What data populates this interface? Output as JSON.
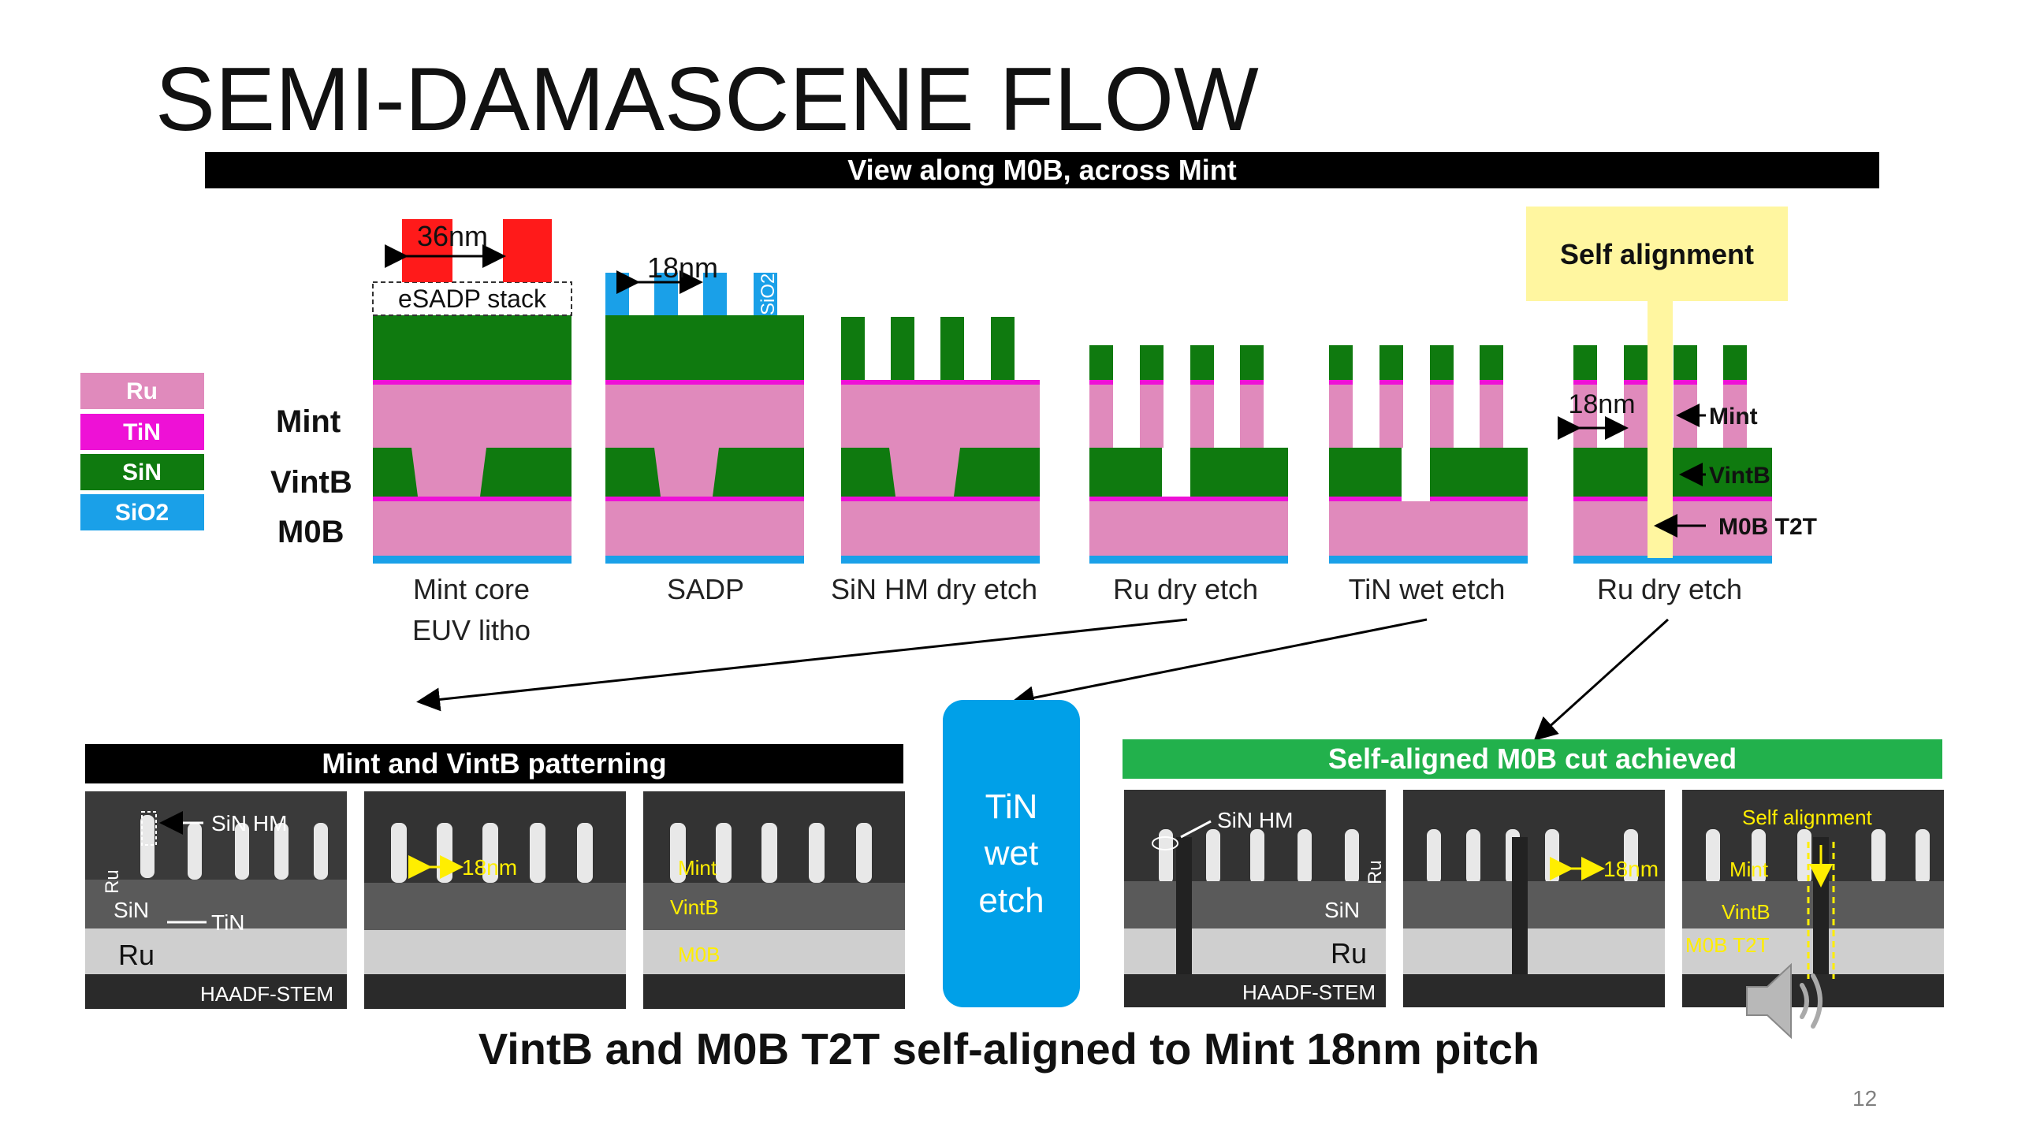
{
  "slide": {
    "title": "SEMI-DAMASCENE FLOW",
    "view_bar": "View along M0B, across Mint",
    "conclusion": "VintB and M0B T2T self-aligned to Mint 18nm pitch",
    "page_number": "12"
  },
  "legend": [
    {
      "label": "Ru",
      "color": "#e08abc"
    },
    {
      "label": "TiN",
      "color": "#ee11d6"
    },
    {
      "label": "SiN",
      "color": "#0f7a0f"
    },
    {
      "label": "SiO2",
      "color": "#1aa0e8"
    }
  ],
  "layer_labels": {
    "mint": "Mint",
    "vintb": "VintB",
    "m0b": "M0B"
  },
  "steps": [
    {
      "label_line1": "Mint core",
      "label_line2": "EUV litho"
    },
    {
      "label_line1": "SADP",
      "label_line2": ""
    },
    {
      "label_line1": "SiN HM dry etch",
      "label_line2": ""
    },
    {
      "label_line1": "Ru dry etch",
      "label_line2": ""
    },
    {
      "label_line1": "TiN wet etch",
      "label_line2": ""
    },
    {
      "label_line1": "Ru dry etch",
      "label_line2": ""
    }
  ],
  "annotations": {
    "pitch_36": "36nm",
    "esadp_stack": "eSADP stack",
    "pitch_18_sadp": "18nm",
    "sio2_vertical": "SiO2",
    "self_alignment_callout": "Self alignment",
    "pitch_18_last": "18nm",
    "arrow_mint": "Mint",
    "arrow_vintb": "VintB",
    "arrow_m0b_t2t": "M0B T2T"
  },
  "bottom_left": {
    "bar": "Mint and VintB patterning",
    "img1": {
      "sin_hm": "SiN HM",
      "ru_vertical": "Ru",
      "sin": "SiN",
      "tin": "TiN",
      "ru": "Ru",
      "caption": "HAADF-STEM"
    },
    "img2": {
      "pitch": "18nm"
    },
    "img3": {
      "mint": "Mint",
      "vintb": "VintB",
      "m0b": "M0B"
    }
  },
  "tin_wet_etch": {
    "line1": "TiN",
    "line2": "wet",
    "line3": "etch"
  },
  "bottom_right": {
    "bar": "Self-aligned M0B cut achieved",
    "img1": {
      "sin_hm": "SiN HM",
      "ru_vertical": "Ru",
      "sin": "SiN",
      "ru": "Ru",
      "caption": "HAADF-STEM"
    },
    "img2": {
      "pitch": "18nm"
    },
    "img3": {
      "self_alignment": "Self alignment",
      "mint": "Mint",
      "vintb": "VintB",
      "m0b_t2t": "M0B T2T"
    }
  },
  "colors": {
    "ru": "#e08abc",
    "tin": "#ee11d6",
    "sin": "#0f7a0f",
    "sio2": "#1aa0e8",
    "resist": "#ff1a1a",
    "self_align_highlight": "#fff6a0",
    "annotation_yellow": "#ffee00"
  },
  "icons": {
    "speaker": "speaker-icon"
  }
}
